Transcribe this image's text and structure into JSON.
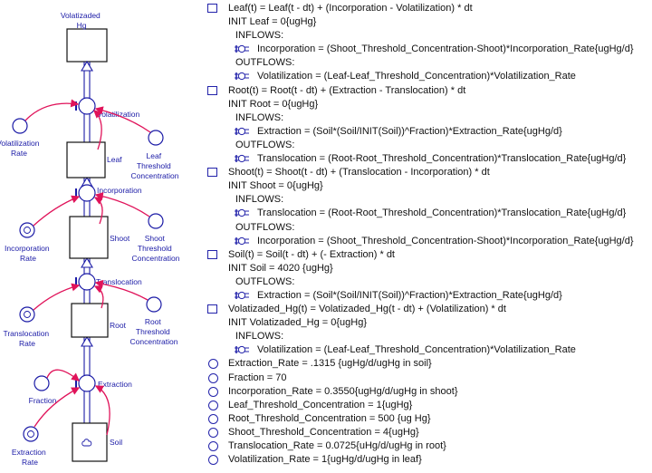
{
  "diagram": {
    "stocks": {
      "volatizaded_hg": "Volatizaded\nHg",
      "leaf": "Leaf",
      "shoot": "Shoot",
      "root": "Root",
      "soil": "Soil"
    },
    "flows": {
      "volatilization": "Volatilization",
      "incorporation": "Incorporation",
      "translocation": "Translocation",
      "extraction": "Extraction"
    },
    "converters": {
      "volatilization_rate": "Volatilization\nRate",
      "leaf_threshold": "Leaf\nThreshold\nConcentration",
      "incorporation_rate": "Incorporation\nRate",
      "shoot_threshold": "Shoot\nThreshold\nConcentration",
      "translocation_rate": "Translocation\nRate",
      "root_threshold": "Root\nThreshold\nConcentration",
      "fraction": "Fraction",
      "extraction_rate": "Extraction\nRate"
    },
    "colors": {
      "stock": "#111111",
      "flow": "#1a1aa6",
      "connector": "#e0135a",
      "label": "#1a1aa6"
    }
  },
  "equations": [
    {
      "kind": "stock",
      "indent": 0,
      "text": "Leaf(t) = Leaf(t - dt) + (Incorporation - Volatilization) * dt"
    },
    {
      "kind": "text",
      "indent": 1,
      "text": "INIT Leaf = 0{ugHg}"
    },
    {
      "kind": "text",
      "indent": 2,
      "text": "INFLOWS:"
    },
    {
      "kind": "flow",
      "indent": 3,
      "text": "Incorporation = (Shoot_Threshold_Concentration-Shoot)*Incorporation_Rate{ugHg/d}"
    },
    {
      "kind": "text",
      "indent": 2,
      "text": "OUTFLOWS:"
    },
    {
      "kind": "flow",
      "indent": 3,
      "text": "Volatilization = (Leaf-Leaf_Threshold_Concentration)*Volatilization_Rate"
    },
    {
      "kind": "stock",
      "indent": 0,
      "text": "Root(t) = Root(t - dt) + (Extraction - Translocation) * dt"
    },
    {
      "kind": "text",
      "indent": 1,
      "text": "INIT Root = 0{ugHg}"
    },
    {
      "kind": "text",
      "indent": 2,
      "text": "INFLOWS:"
    },
    {
      "kind": "flow",
      "indent": 3,
      "text": "Extraction = (Soil*(Soil/INIT(Soil))^Fraction)*Extraction_Rate{ugHg/d}"
    },
    {
      "kind": "text",
      "indent": 2,
      "text": "OUTFLOWS:"
    },
    {
      "kind": "flow",
      "indent": 3,
      "text": "Translocation = (Root-Root_Threshold_Concentration)*Translocation_Rate{ugHg/d}"
    },
    {
      "kind": "stock",
      "indent": 0,
      "text": "Shoot(t) = Shoot(t - dt) + (Translocation - Incorporation) * dt"
    },
    {
      "kind": "text",
      "indent": 1,
      "text": "INIT Shoot = 0{ugHg}"
    },
    {
      "kind": "text",
      "indent": 2,
      "text": "INFLOWS:"
    },
    {
      "kind": "flow",
      "indent": 3,
      "text": "Translocation = (Root-Root_Threshold_Concentration)*Translocation_Rate{ugHg/d}"
    },
    {
      "kind": "text",
      "indent": 2,
      "text": "OUTFLOWS:"
    },
    {
      "kind": "flow",
      "indent": 3,
      "text": "Incorporation = (Shoot_Threshold_Concentration-Shoot)*Incorporation_Rate{ugHg/d}"
    },
    {
      "kind": "stock",
      "indent": 0,
      "text": "Soil(t) = Soil(t - dt) + (- Extraction) * dt"
    },
    {
      "kind": "text",
      "indent": 1,
      "text": "INIT Soil = 4020 {ugHg}"
    },
    {
      "kind": "text",
      "indent": 2,
      "text": "OUTFLOWS:"
    },
    {
      "kind": "flow",
      "indent": 3,
      "text": "Extraction = (Soil*(Soil/INIT(Soil))^Fraction)*Extraction_Rate{ugHg/d}"
    },
    {
      "kind": "stock",
      "indent": 0,
      "text": "Volatizaded_Hg(t) = Volatizaded_Hg(t - dt) + (Volatilization) * dt"
    },
    {
      "kind": "text",
      "indent": 1,
      "text": "INIT Volatizaded_Hg = 0{ugHg}"
    },
    {
      "kind": "text",
      "indent": 2,
      "text": "INFLOWS:"
    },
    {
      "kind": "flow",
      "indent": 3,
      "text": "Volatilization = (Leaf-Leaf_Threshold_Concentration)*Volatilization_Rate"
    },
    {
      "kind": "conv",
      "indent": 0,
      "text": "Extraction_Rate = .1315 {ugHg/d/ugHg in soil}"
    },
    {
      "kind": "conv",
      "indent": 0,
      "text": "Fraction = 70"
    },
    {
      "kind": "conv",
      "indent": 0,
      "text": "Incorporation_Rate = 0.3550{ugHg/d/ugHg in shoot}"
    },
    {
      "kind": "conv",
      "indent": 0,
      "text": "Leaf_Threshold_Concentration = 1{ugHg}"
    },
    {
      "kind": "conv",
      "indent": 0,
      "text": "Root_Threshold_Concentration = 500 {ug Hg}"
    },
    {
      "kind": "conv",
      "indent": 0,
      "text": "Shoot_Threshold_Concentration = 4{ugHg}"
    },
    {
      "kind": "conv",
      "indent": 0,
      "text": "Translocation_Rate = 0.0725{uHg/d/ugHg in root}"
    },
    {
      "kind": "conv",
      "indent": 0,
      "text": "Volatilization_Rate = 1{ugHg/d/ugHg in leaf}"
    }
  ]
}
